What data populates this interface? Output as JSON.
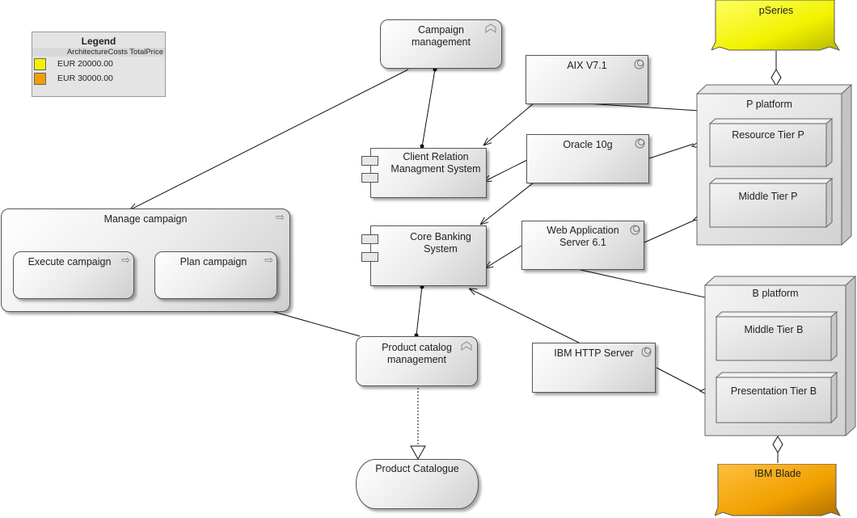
{
  "legend": {
    "title": "Legend",
    "subtitle": "ArchitectureCosts TotalPrice",
    "entries": [
      {
        "color": "#f2f200",
        "label": "EUR 20000.00"
      },
      {
        "color": "#f0a000",
        "label": "EUR 30000.00"
      }
    ]
  },
  "nodes": {
    "campaign_mgmt": "Campaign\nmanagement",
    "crm": "Client Relation\nManagment System",
    "core_banking": "Core Banking\nSystem",
    "product_catalog_mgmt": "Product catalog\nmanagement",
    "product_catalogue": "Product Catalogue",
    "manage_campaign": "Manage campaign",
    "execute_campaign": "Execute campaign",
    "plan_campaign": "Plan campaign",
    "aix": "AIX V7.1",
    "oracle": "Oracle 10g",
    "was": "Web Application\nServer 6.1",
    "ibm_http": "IBM HTTP Server",
    "pseries": "pSeries",
    "ibm_blade": "IBM Blade",
    "p_platform": "P platform",
    "resource_tier_p": "Resource Tier P",
    "middle_tier_p": "Middle Tier P",
    "b_platform": "B platform",
    "middle_tier_b": "Middle Tier B",
    "presentation_tier_b": "Presentation Tier B"
  },
  "colors": {
    "pseries": "#f2f200",
    "ibm_blade": "#f0a000"
  },
  "icons": {
    "function": "function-icon",
    "process": "process-icon",
    "service": "system-software-icon",
    "component": "application-component-icon"
  }
}
